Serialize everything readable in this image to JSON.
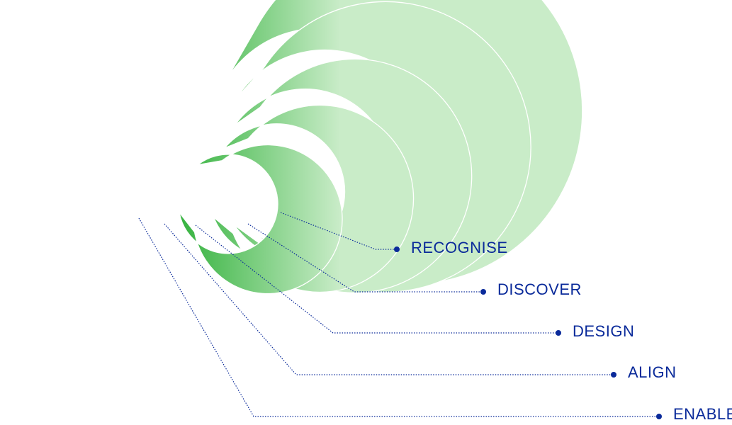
{
  "colors": {
    "arc_dark": "#009a0c",
    "arc_light": "#c9ecc8",
    "separator": "#ffffff",
    "connector": "#0a2a9a",
    "label": "#0a2a9a"
  },
  "stages": [
    {
      "id": "recognise",
      "label": "RECOGNISE"
    },
    {
      "id": "discover",
      "label": "DISCOVER"
    },
    {
      "id": "design",
      "label": "DESIGN"
    },
    {
      "id": "align",
      "label": "ALIGN"
    },
    {
      "id": "enable",
      "label": "ENABLE"
    }
  ]
}
